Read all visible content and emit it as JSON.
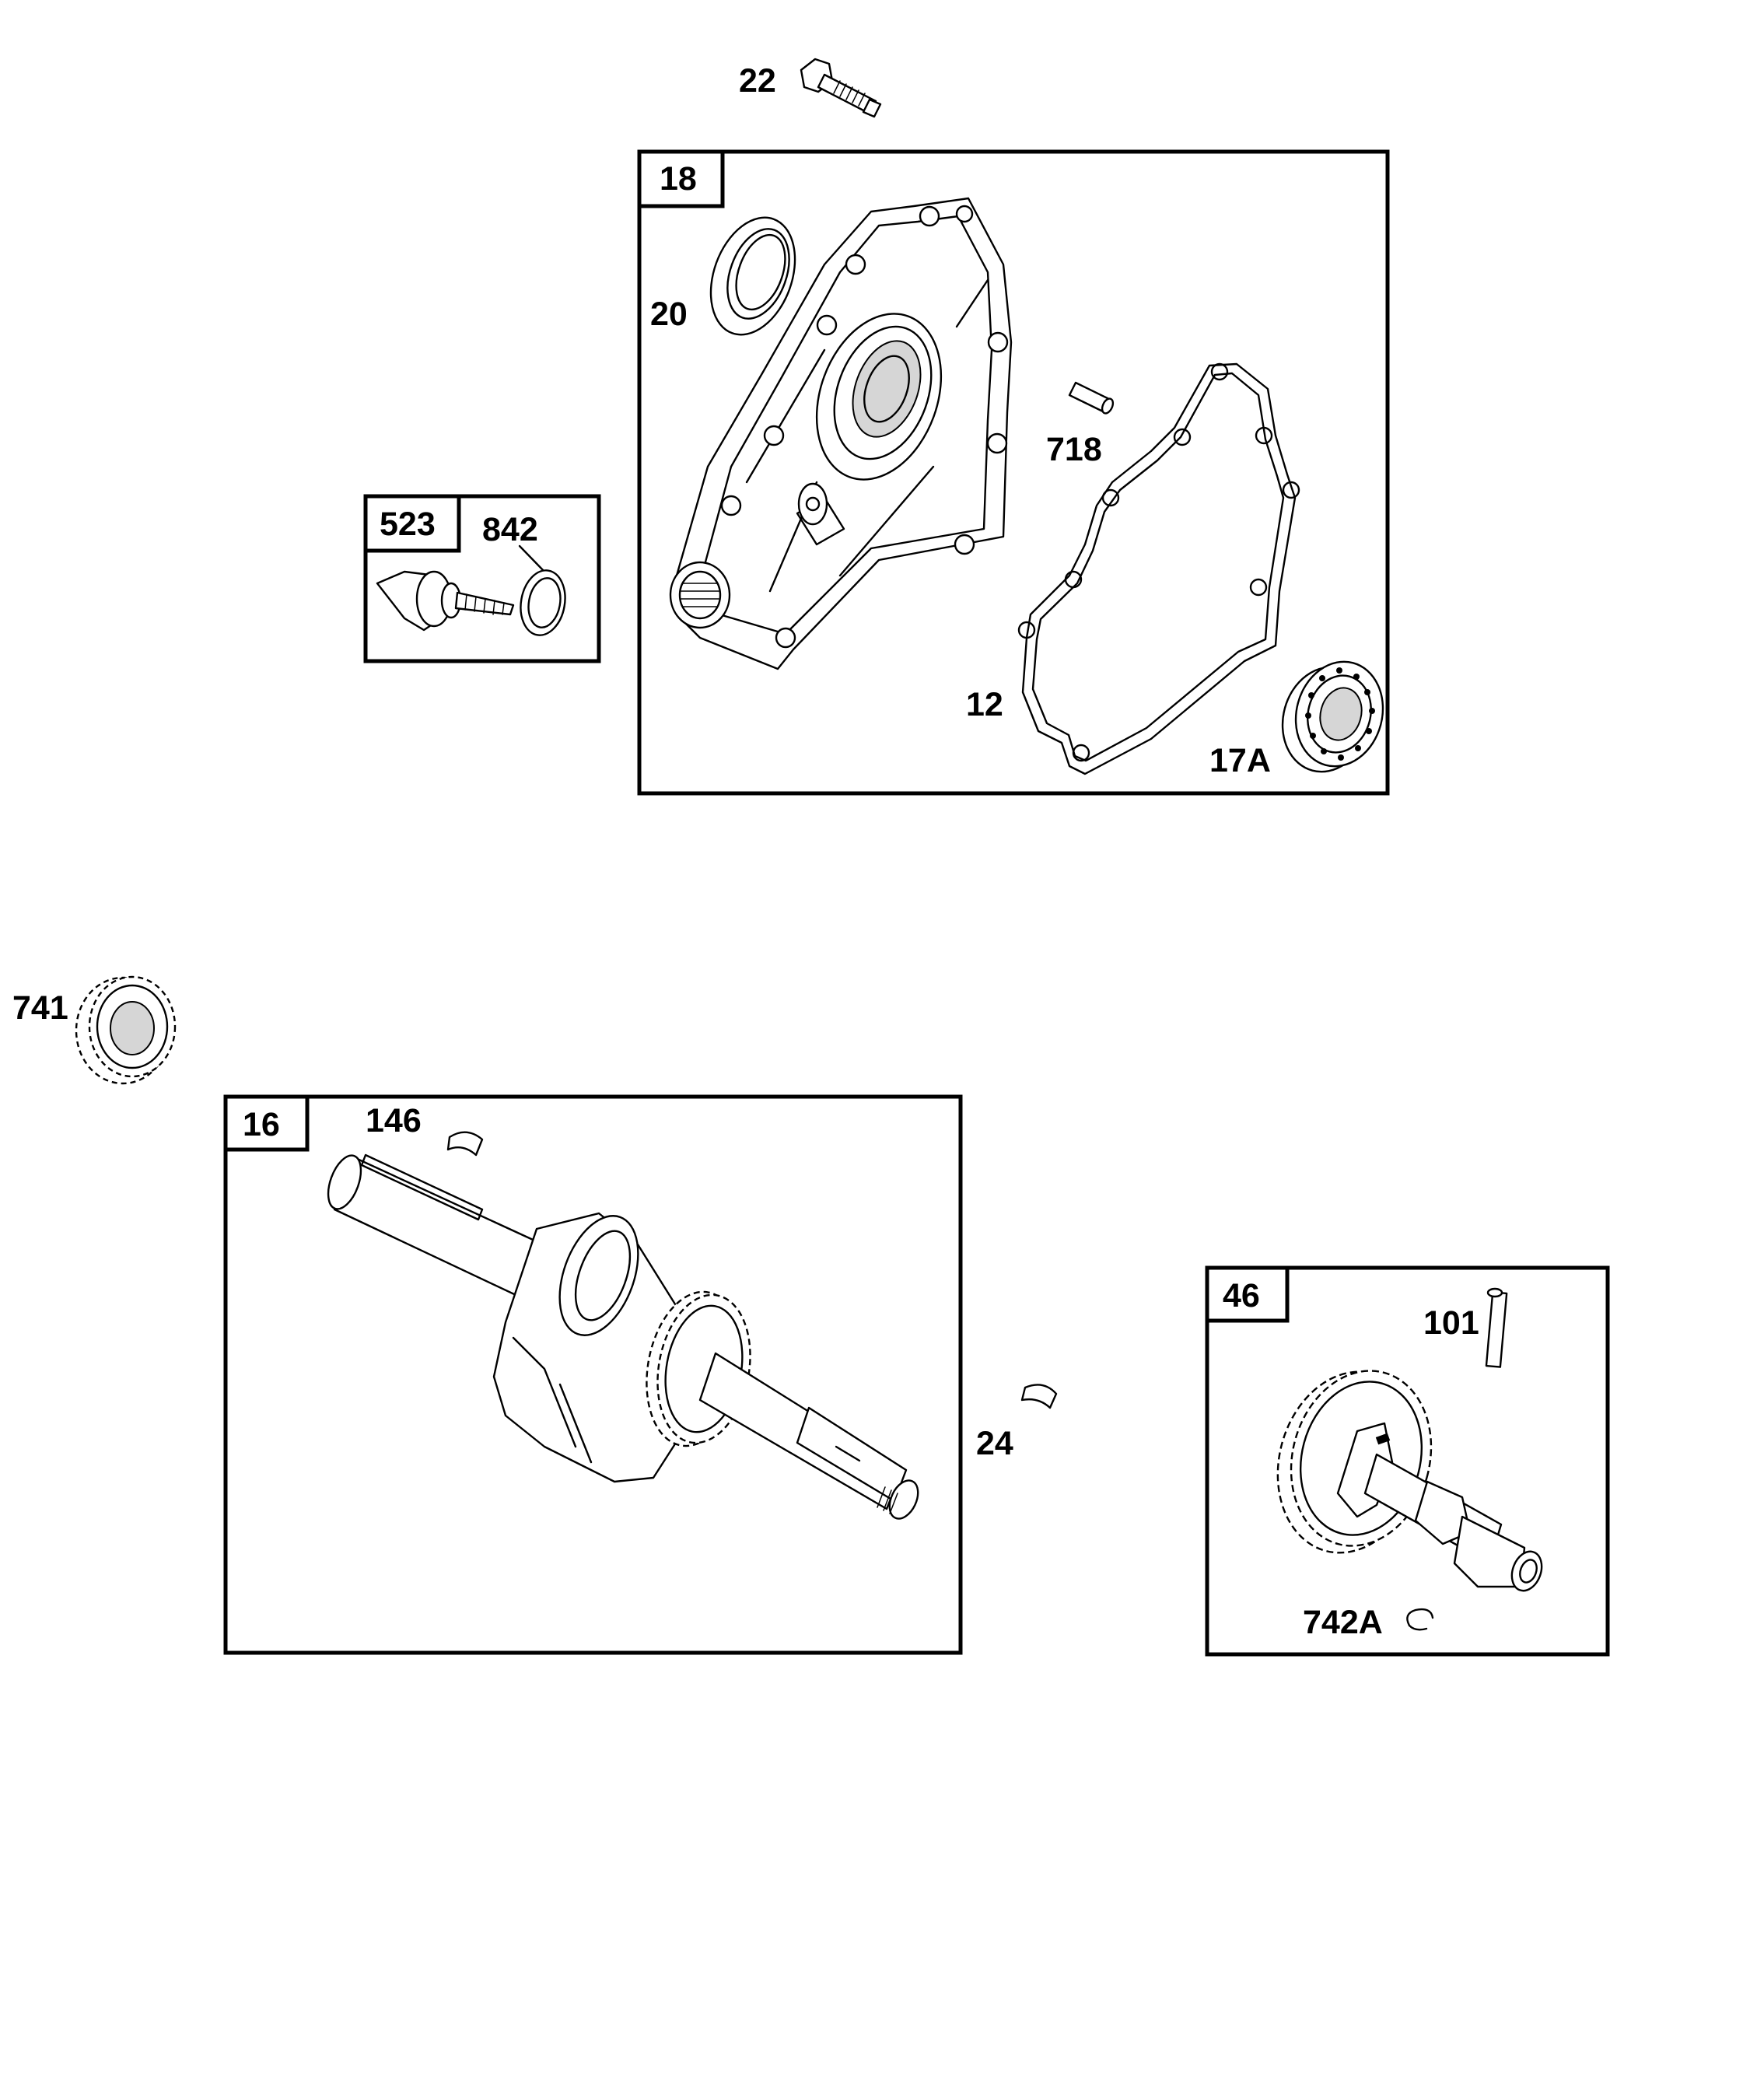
{
  "labels": {
    "p22": "22",
    "p18": "18",
    "p20": "20",
    "p718": "718",
    "p12": "12",
    "p17a": "17A",
    "p523": "523",
    "p842": "842",
    "p741": "741",
    "p16": "16",
    "p146": "146",
    "p24": "24",
    "p46": "46",
    "p101": "101",
    "p742a": "742A"
  }
}
